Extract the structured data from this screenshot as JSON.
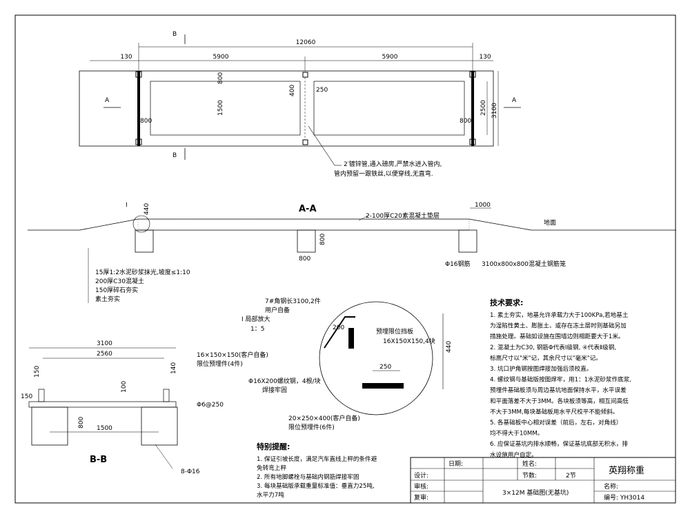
{
  "plan": {
    "overall": "12060",
    "side_left": "130",
    "half_left": "5900",
    "half_right": "5900",
    "side_right": "130",
    "section_b": "B",
    "section_a": "A",
    "inner_h1": "800",
    "inner_h2": "1500",
    "gap_h": "400",
    "gap_w": "250",
    "pad_left": "800",
    "pad_right": "800",
    "right_2500": "2500",
    "right_3100": "3100",
    "pipe_note_1": "2′镀锌管,通入磅房,严禁水进入管内,",
    "pipe_note_2": "管内预留一跟铁丝,以便穿线,无直弯."
  },
  "section_aa": {
    "title": "A-A",
    "detail_mark": "I",
    "dim_440": "440",
    "dim_1000": "1000",
    "ground": "地面",
    "slab_note": "2-100厚C20素混凝土垫层",
    "pier_w": "800",
    "pier_h": "800",
    "rebar": "Φ16钢筋",
    "cage": "3100x800x800混凝土钢筋笼",
    "layer1": "15厚1:2水泥砂浆抹光,坡度≤1:10",
    "layer2": "200厚C30混凝土",
    "layer3": "150厚碎石夯实",
    "layer4": "素土夯实"
  },
  "detail_i": {
    "title": "I 局部放大",
    "scale": "1：5",
    "angle": "7#角钢长3100,2件",
    "angle2": "用户自备",
    "plate": "预埋限位挡板",
    "plate_size": "16X150X150,4块",
    "bolt": "Φ16X200螺纹钢，4根/块",
    "weld": "焊接牢固",
    "embed": "20×250×400(客户自备)",
    "embed2": "限位预埋件(6件)",
    "d200": "200",
    "d440": "440",
    "d250": "250"
  },
  "section_bb": {
    "title": "B-B",
    "overall": "3100",
    "inner": "2560",
    "dim_150": "150",
    "dim_140": "140",
    "dim_100": "100",
    "dim_800": "800",
    "dim_1500": "1500",
    "dim_150b": "150",
    "plate": "16×150×150(客户自备)",
    "plate2": "限位预埋件(4件)",
    "rebar": "Φ6@250",
    "main_bar": "8-Φ16"
  },
  "tech": {
    "title": "技术要求:",
    "lines": [
      "1. 素土夯实，地基允许承载力大于100KPa,若地基土",
      "为湿陷性黄土、膨胀土、或存在冻土层时则基础另加",
      "措施处理。基础如设施在围墙边则相距要大于1米。",
      "2. 混凝土为C30, 钢筋Φ代表Ⅰ级钢, ④代表Ⅱ级钢,",
      "标高尺寸以\"米\"记，其余尺寸以\"毫米\"记。",
      "3. 坑口护角钢按图焊接加强后须校直。",
      "4. 螺纹钢与基础版按图焊牢，用1：1水泥砂浆作底浆,",
      "预埋件基础板须与周边基坑地面保持水平，水平误差",
      "和平面落差不大于3MM。各块板须等高，相互间高低",
      "不大于3MM,每块基础板用水平尺校平不能倾斜。",
      "5. 各基础板中心相对误差（前后，左右，对角线）",
      "均不得大于10MM。",
      "6. 应保证基坑内排水顺畅，保证基坑底部无积水，排",
      "水设施用户自定。"
    ]
  },
  "special": {
    "title": "特别提醒:",
    "lines": [
      "1. 保证引坡长度，满足汽车直线上秤的条件避",
      "免转弯上秤",
      "2. 所有地脚螺栓与基础内钢筋焊接牢固",
      "3. 每块基础版承载重量标准值：垂直力25吨,",
      "水平力7吨"
    ]
  },
  "titleblock": {
    "date": "日期:",
    "name": "姓名:",
    "design": "设计:",
    "section": "节数:",
    "section_val": "2节",
    "review": "审核:",
    "recheck": "复审:",
    "company": "英翔称重",
    "drawing": "3×12M 基础图(无基坑)",
    "title_label": "名称:",
    "code": "编号: YH3014"
  }
}
